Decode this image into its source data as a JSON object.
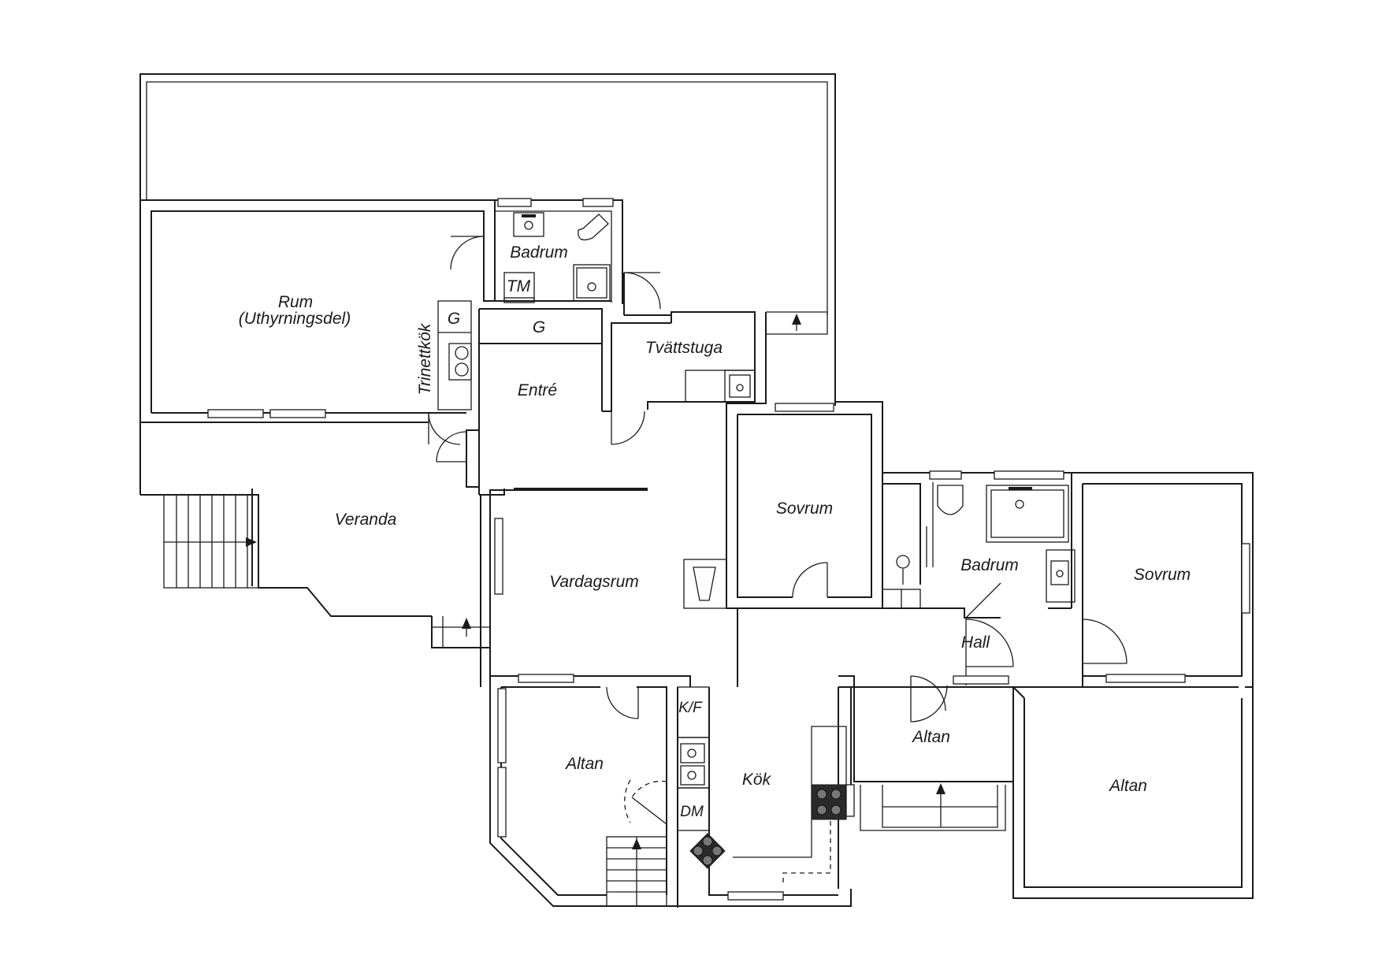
{
  "rooms": {
    "rum": "Rum",
    "rum_sub": "(Uthyrningsdel)",
    "trinettkok": "Trinettkök",
    "g_small": "G",
    "badrum_top": "Badrum",
    "tm": "TM",
    "g_entre": "G",
    "entre": "Entré",
    "tvattstuga": "Tvättstuga",
    "veranda": "Veranda",
    "vardagsrum": "Vardagsrum",
    "sovrum_left": "Sovrum",
    "badrum_right": "Badrum",
    "sovrum_right": "Sovrum",
    "hall": "Hall",
    "kf": "K/F",
    "altan_left": "Altan",
    "kok": "Kök",
    "dm": "DM",
    "altan_mid": "Altan",
    "altan_right": "Altan"
  }
}
